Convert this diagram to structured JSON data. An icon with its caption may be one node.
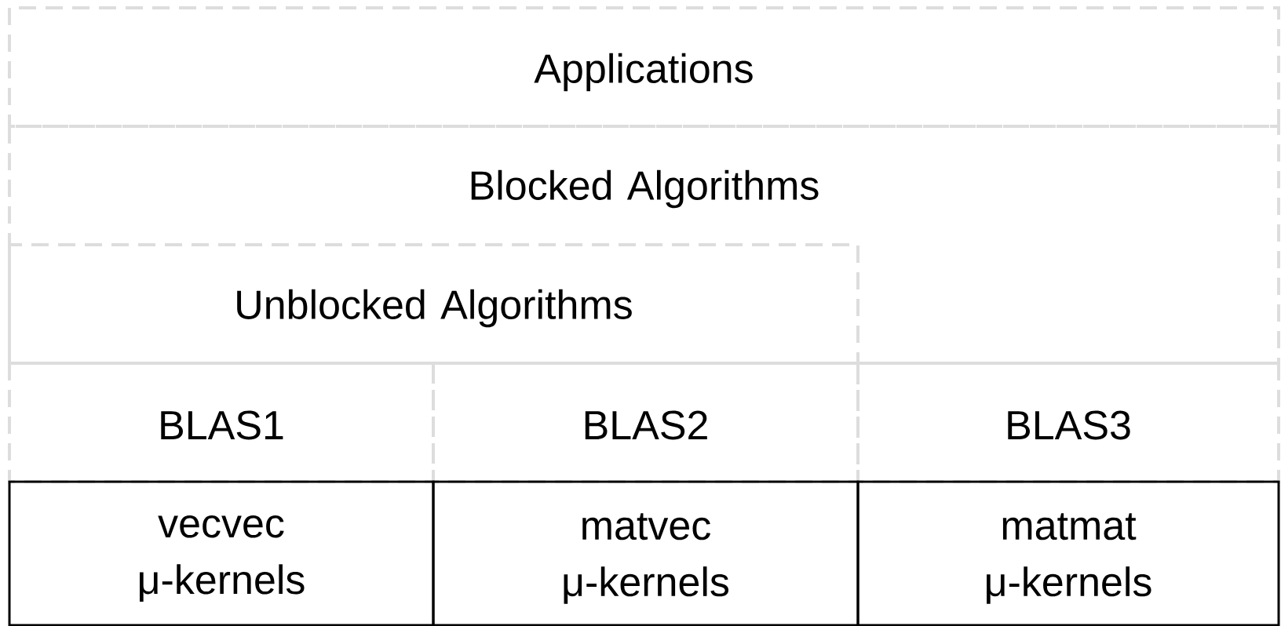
{
  "diagram": {
    "nodes": [
      {
        "text": [
          "Applications"
        ]
      },
      {
        "text": [
          "Blocked Algorithms"
        ]
      },
      {
        "text": [
          "Unblocked Algorithms"
        ],
        "in": 1
      },
      {
        "text": [
          "BLAS1"
        ]
      },
      {
        "text": [
          "BLAS2"
        ]
      },
      {
        "text": [
          "BLAS3"
        ]
      },
      {
        "text": [
          "vecvec μ-kernels"
        ]
      },
      {
        "text": [
          "matvec μ-kernels"
        ]
      },
      {
        "text": [
          "matmat μ-kernels"
        ]
      }
    ]
  }
}
